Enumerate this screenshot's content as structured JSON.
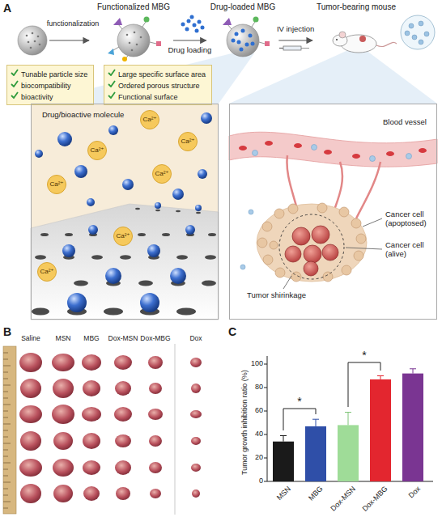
{
  "diagram": {
    "nodes": [
      {
        "text": [
          "Functionalized MBG"
        ]
      },
      {
        "text": [
          "Drug-loaded MBG"
        ]
      },
      {
        "text": [
          "Tumor-bearing mouse"
        ]
      },
      {
        "text": [
          "Tunable particle size",
          "biocompatibility",
          "bioactivity"
        ]
      },
      {
        "text": [
          "Large specific surface area",
          "Ordered porous structure",
          "Functional surface"
        ]
      },
      {
        "text": [
          "Drug/bioactive molecule"
        ]
      },
      {
        "text": [
          "Ca²⁺"
        ],
        "in": 5
      },
      {
        "text": [
          "Ca²⁺"
        ],
        "in": 5
      },
      {
        "text": [
          "Ca²⁺"
        ],
        "in": 5
      },
      {
        "text": [
          "Ca²⁺"
        ],
        "in": 5
      },
      {
        "text": [
          "Ca²⁺"
        ],
        "in": 5
      },
      {
        "text": [
          "Ca²⁺"
        ],
        "in": 5
      },
      {
        "text": [
          "Ca²⁺"
        ],
        "in": 5
      },
      {
        "text": [
          "Blood vessel",
          "Cancer cell (apoptosed)",
          "Cancer cell (alive)",
          "Tumor shirinkage"
        ]
      }
    ],
    "edges": [
      {
        "from": 0,
        "to": 1,
        "label": "Drug loading",
        "arrow": "to"
      },
      {
        "from": 1,
        "to": 2,
        "label": "IV injection",
        "arrow": "to"
      }
    ],
    "labels": [
      "A",
      "functionalization",
      "B",
      "Saline",
      "MSN",
      "MBG",
      "Dox-MSN",
      "Dox-MBG",
      "Dox",
      "C",
      "Tumor growth inhibition ratio (%)",
      "0",
      "20",
      "40",
      "60",
      "80",
      "100",
      "MSN",
      "MBG",
      "Dox-MSN",
      "Dox-MBG",
      "Dox",
      "*",
      "*"
    ]
  }
}
